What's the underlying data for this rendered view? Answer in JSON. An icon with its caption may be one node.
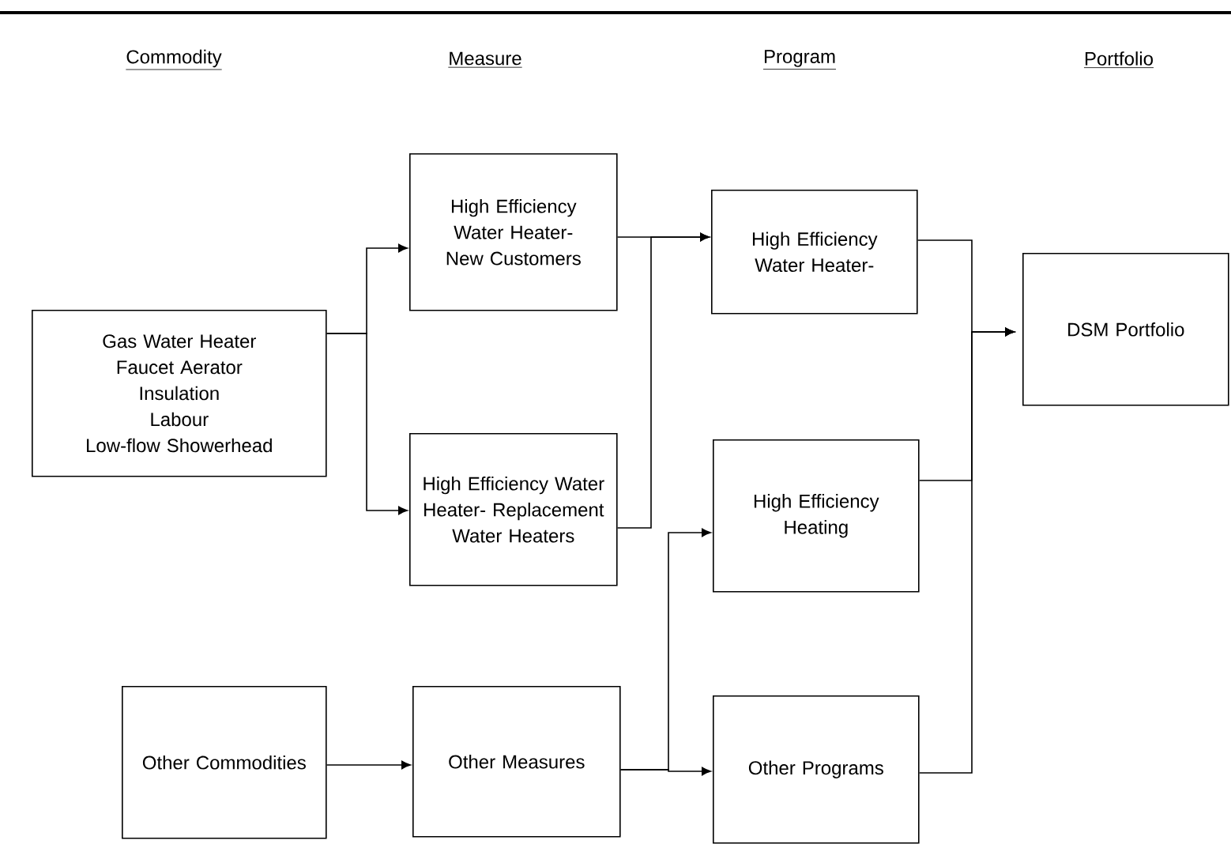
{
  "diagram": {
    "nodes": [
      {
        "text": [
          "Gas Water Heater",
          "Faucet Aerator",
          "Insulation",
          "Labour",
          "Low-flow Showerhead"
        ]
      },
      {
        "text": [
          "High Efficiency Water Heater- New Customers"
        ]
      },
      {
        "text": [
          "High Efficiency Water Heater- Replacement Water Heaters"
        ]
      },
      {
        "text": [
          "Other Commodities"
        ]
      },
      {
        "text": [
          "Other Measures"
        ]
      },
      {
        "text": [
          "High Efficiency Water Heater-"
        ]
      },
      {
        "text": [
          "High Efficiency Heating"
        ]
      },
      {
        "text": [
          "Other Programs"
        ]
      },
      {
        "text": [
          "DSM Portfolio"
        ]
      }
    ],
    "edges": [
      {
        "from": 0,
        "to": 1,
        "arrow": "to"
      },
      {
        "from": 0,
        "to": 2,
        "arrow": "to"
      },
      {
        "from": 1,
        "to": 5,
        "arrow": "to"
      },
      {
        "from": 2,
        "to": 5,
        "arrow": "to"
      },
      {
        "from": 3,
        "to": 4,
        "arrow": "to"
      },
      {
        "from": 4,
        "to": 6,
        "arrow": "to"
      },
      {
        "from": 4,
        "to": 7,
        "arrow": "to"
      },
      {
        "from": 5,
        "to": 8,
        "arrow": "to"
      },
      {
        "from": 6,
        "to": 8,
        "arrow": "to"
      },
      {
        "from": 7,
        "to": 8,
        "arrow": "to"
      }
    ],
    "labels": [
      "Commodity",
      "Measure",
      "Program",
      "Portfolio"
    ]
  }
}
